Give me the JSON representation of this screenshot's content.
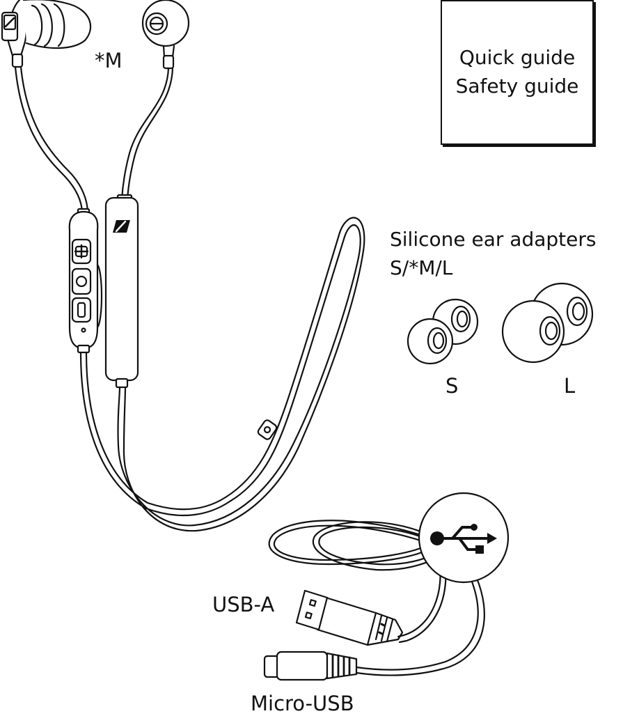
{
  "labels": {
    "medium_marker": "*M",
    "ear_adapters_title": "Silicone ear adapters",
    "ear_adapters_sizes": "S/*M/L",
    "size_small": "S",
    "size_large": "L",
    "usb_a": "USB-A",
    "micro_usb": "Micro-USB"
  },
  "guide_box": {
    "line1": "Quick guide",
    "line2": "Safety guide"
  },
  "icons": {
    "usb_symbol": "usb-icon",
    "brand_logo": "sennheiser-logo-icon"
  },
  "colors": {
    "line": "#111111",
    "background": "#ffffff"
  }
}
